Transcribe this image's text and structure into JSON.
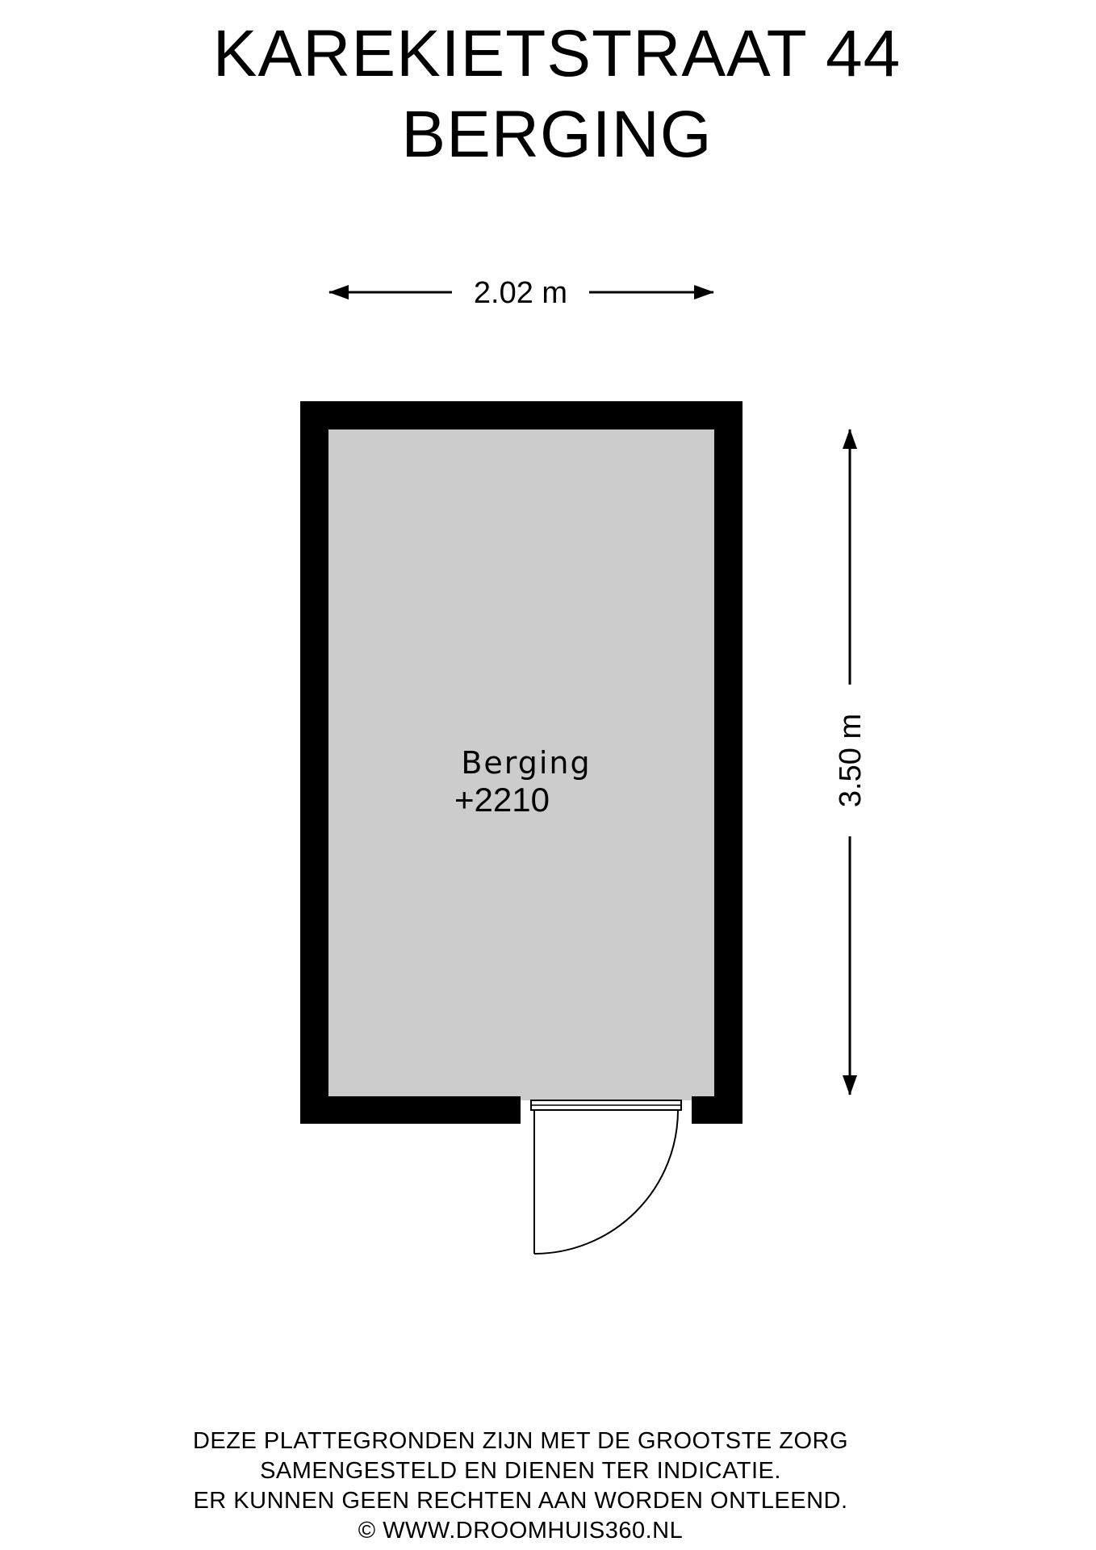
{
  "title": {
    "line1": "KAREKIETSTRAAT 44",
    "line2": "BERGING"
  },
  "dimensions": {
    "width": "2.02 m",
    "height": "3.50 m"
  },
  "room": {
    "name": "Berging",
    "level": "+2210",
    "fill_color": "#cccccc",
    "wall_color": "#000000"
  },
  "disclaimer": {
    "line1": "DEZE PLATTEGRONDEN ZIJN MET DE GROOTSTE ZORG",
    "line2": "SAMENGESTELD EN DIENEN TER INDICATIE.",
    "line3": "ER KUNNEN GEEN RECHTEN AAN WORDEN ONTLEEND.",
    "line4": "© WWW.DROOMHUIS360.NL"
  }
}
